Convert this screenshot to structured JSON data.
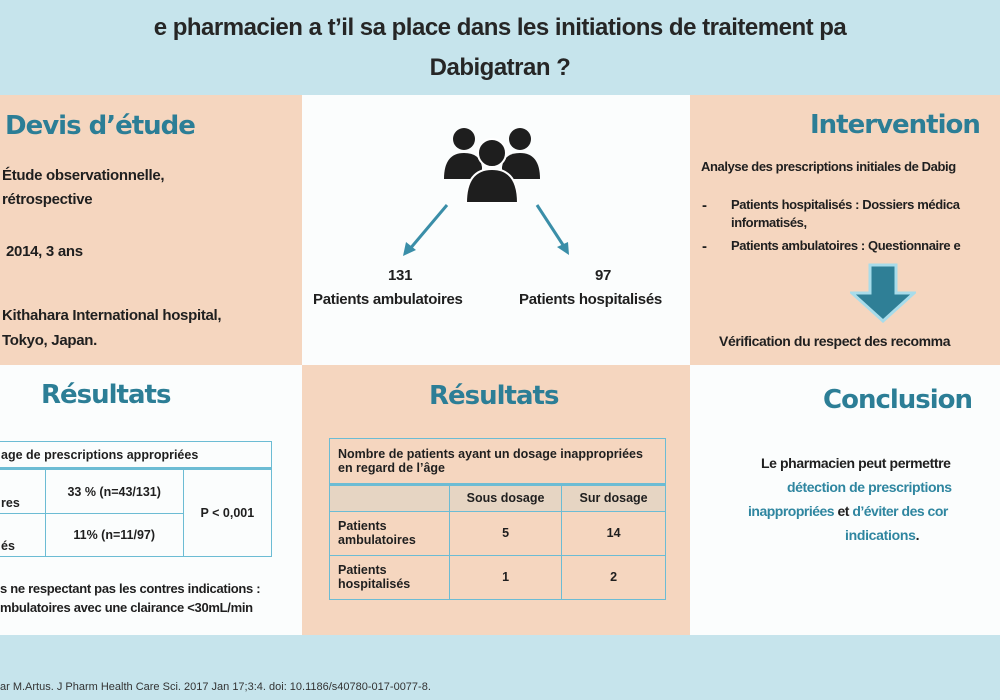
{
  "title": {
    "line1": "e pharmacien a t’il sa place dans les initiations de traitement pa",
    "line2": "Dabigatran ?"
  },
  "devis": {
    "heading": "Devis d’étude",
    "items": [
      "Étude observationnelle,",
      "rétrospective",
      "2014, 3 ans",
      "Kithahara International hospital,",
      "Tokyo, Japan."
    ]
  },
  "population": {
    "icon": "people-group-icon",
    "left": {
      "count": "131",
      "label": "Patients ambulatoires"
    },
    "right": {
      "count": "97",
      "label": "Patients hospitalisés"
    }
  },
  "intervention": {
    "heading": "Intervention",
    "intro": "Analyse des prescriptions initiales de Dabig",
    "bullets": [
      {
        "dash": "-",
        "text": "Patients hospitalisés : Dossiers médica",
        "cont": "informatisés,"
      },
      {
        "dash": "-",
        "text": "Patients ambulatoires : Questionnaire e"
      }
    ],
    "result": "Vérification du respect des recomma"
  },
  "results1": {
    "heading": "Résultats",
    "table_title": "age de prescriptions appropriées",
    "rows": [
      {
        "label": "res",
        "value": "33 % (n=43/131)"
      },
      {
        "label": "és",
        "value": "11% (n=11/97)"
      }
    ],
    "p_value": "P < 0,001",
    "note1": "s ne respectant pas les contres indications :",
    "note2": "mbulatoires avec une clairance <30mL/min"
  },
  "results2": {
    "heading": "Résultats",
    "table_title": "Nombre de patients ayant un dosage inappropriées en regard de l’âge",
    "columns": [
      "Sous dosage",
      "Sur dosage"
    ],
    "rows": [
      {
        "label": "Patients ambulatoires",
        "values": [
          "5",
          "14"
        ]
      },
      {
        "label": "Patients hospitalisés",
        "values": [
          "1",
          "2"
        ]
      }
    ]
  },
  "conclusion": {
    "heading": "Conclusion",
    "l1": "Le pharmacien peut permettre",
    "l2": "détection de prescriptions",
    "l3a": "inappropriées",
    "l3b": " et ",
    "l3c": "d’éviter des cor",
    "l4": "indications",
    "l4b": "."
  },
  "citation": "ar M.Artus. J Pharm Health Care Sci. 2017 Jan 17;3:4. doi: 10.1186/s40780-017-0077-8."
}
